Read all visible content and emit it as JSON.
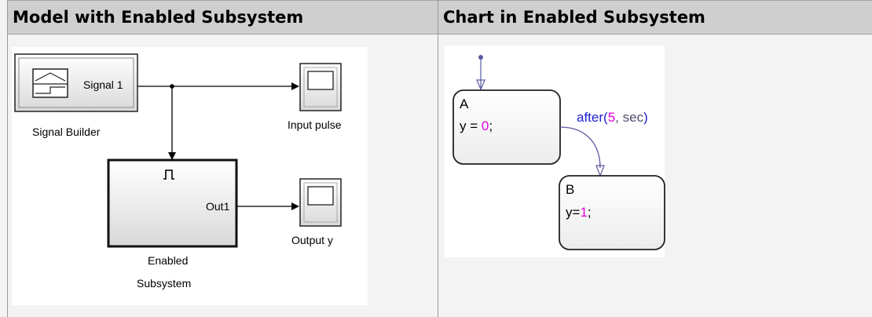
{
  "headers": {
    "left": "Model with Enabled Subsystem",
    "right": "Chart in Enabled Subsystem"
  },
  "model": {
    "signal_builder": {
      "port_label": "Signal 1",
      "caption": "Signal Builder",
      "icon": "signal-builder-icon"
    },
    "scope_input": {
      "caption": "Input pulse",
      "icon": "scope-icon"
    },
    "enabled_subsystem": {
      "port_label": "Out1",
      "caption_line1": "Enabled",
      "caption_line2": "Subsystem",
      "icon": "enable-pulse-icon"
    },
    "scope_output": {
      "caption": "Output y",
      "icon": "scope-icon"
    }
  },
  "chart": {
    "state_a": {
      "name": "A",
      "action_var": "y = ",
      "action_val": "0",
      "action_end": ";"
    },
    "state_b": {
      "name": "B",
      "action_var": "y=",
      "action_val": "1",
      "action_end": ";"
    },
    "transition": {
      "func": "after",
      "open": "(",
      "arg1": "5",
      "sep": ", ",
      "arg2": "sec",
      "close": ")"
    }
  },
  "colors": {
    "keyword": "#2020d0",
    "number": "#e000e0",
    "arg": "#505070",
    "transition_line": "#5a5aa0"
  }
}
